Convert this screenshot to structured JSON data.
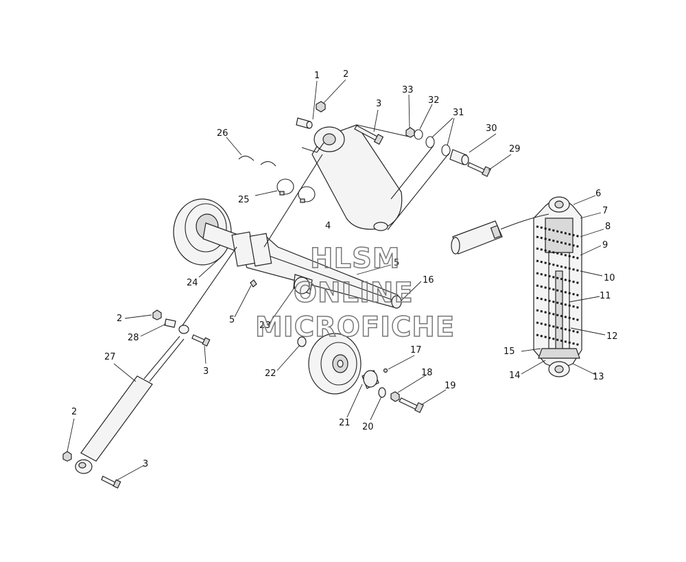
{
  "callouts": [
    {
      "id": "c1",
      "text": "1"
    },
    {
      "id": "c2a",
      "text": "2"
    },
    {
      "id": "c3a",
      "text": "3"
    },
    {
      "id": "c33",
      "text": "33"
    },
    {
      "id": "c32",
      "text": "32"
    },
    {
      "id": "c31",
      "text": "31"
    },
    {
      "id": "c30",
      "text": "30"
    },
    {
      "id": "c29",
      "text": "29"
    },
    {
      "id": "c26",
      "text": "26"
    },
    {
      "id": "c25",
      "text": "25"
    },
    {
      "id": "c4",
      "text": "4"
    },
    {
      "id": "c6",
      "text": "6"
    },
    {
      "id": "c7",
      "text": "7"
    },
    {
      "id": "c8",
      "text": "8"
    },
    {
      "id": "c9",
      "text": "9"
    },
    {
      "id": "c10",
      "text": "10"
    },
    {
      "id": "c11",
      "text": "11"
    },
    {
      "id": "c12",
      "text": "12"
    },
    {
      "id": "c13",
      "text": "13"
    },
    {
      "id": "c14",
      "text": "14"
    },
    {
      "id": "c15",
      "text": "15"
    },
    {
      "id": "c24",
      "text": "24"
    },
    {
      "id": "c5a",
      "text": "5"
    },
    {
      "id": "c5b",
      "text": "5"
    },
    {
      "id": "c16",
      "text": "16"
    },
    {
      "id": "c23",
      "text": "23"
    },
    {
      "id": "c2b",
      "text": "2"
    },
    {
      "id": "c28",
      "text": "28"
    },
    {
      "id": "c3b",
      "text": "3"
    },
    {
      "id": "c27",
      "text": "27"
    },
    {
      "id": "c22",
      "text": "22"
    },
    {
      "id": "c17",
      "text": "17"
    },
    {
      "id": "c18",
      "text": "18"
    },
    {
      "id": "c19",
      "text": "19"
    },
    {
      "id": "c21",
      "text": "21"
    },
    {
      "id": "c20",
      "text": "20"
    },
    {
      "id": "c2c",
      "text": "2"
    },
    {
      "id": "c3c",
      "text": "3"
    }
  ],
  "watermark": {
    "line1": "HLSM",
    "line2": "ONLINE",
    "line3": "MICROFICHE"
  }
}
